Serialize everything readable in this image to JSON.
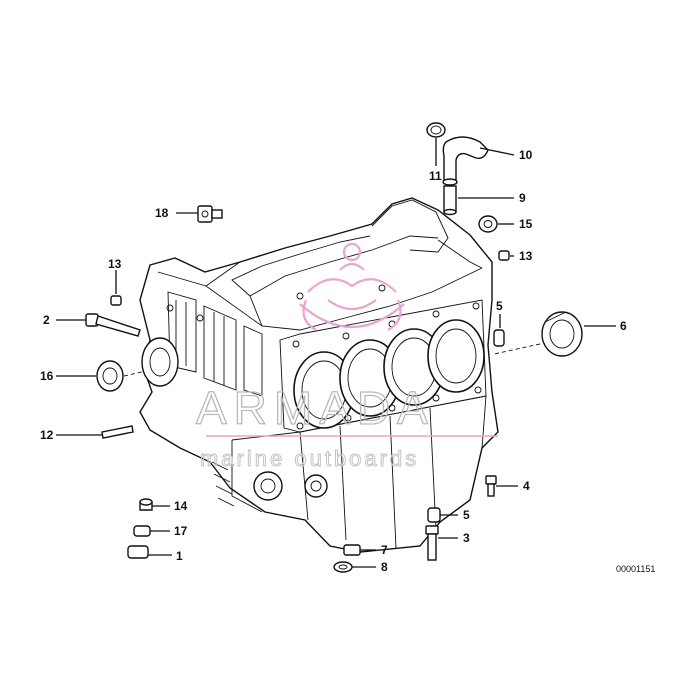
{
  "watermark": {
    "brand": "ARMADA",
    "tagline": "marine outboards",
    "logo_color": "#e7a6cf"
  },
  "drawing_id": "00001151",
  "callouts": [
    {
      "id": "c1",
      "label": "1"
    },
    {
      "id": "c2",
      "label": "2"
    },
    {
      "id": "c3",
      "label": "3"
    },
    {
      "id": "c4",
      "label": "4"
    },
    {
      "id": "c5a",
      "label": "5"
    },
    {
      "id": "c5b",
      "label": "5"
    },
    {
      "id": "c6",
      "label": "6"
    },
    {
      "id": "c7",
      "label": "7"
    },
    {
      "id": "c8",
      "label": "8"
    },
    {
      "id": "c9",
      "label": "9"
    },
    {
      "id": "c10",
      "label": "10"
    },
    {
      "id": "c11",
      "label": "11"
    },
    {
      "id": "c12",
      "label": "12"
    },
    {
      "id": "c13a",
      "label": "13"
    },
    {
      "id": "c13b",
      "label": "13"
    },
    {
      "id": "c14",
      "label": "14"
    },
    {
      "id": "c15",
      "label": "15"
    },
    {
      "id": "c16",
      "label": "16"
    },
    {
      "id": "c17",
      "label": "17"
    },
    {
      "id": "c18",
      "label": "18"
    }
  ]
}
